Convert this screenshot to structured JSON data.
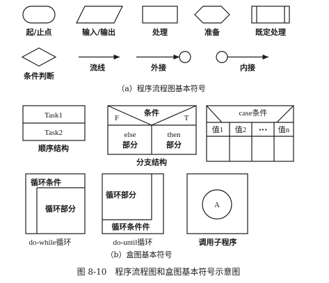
{
  "flowchart_symbols": {
    "terminal": "起/止点",
    "io": "输入/输出",
    "process": "处理",
    "preparation": "准备",
    "predefined": "既定处理",
    "decision": "条件判断",
    "flow_line": "流线",
    "external_connector": "外接",
    "internal_connector": "内接",
    "caption": "（a）程序流程图基本符号"
  },
  "box_symbols": {
    "sequence": {
      "task1": "Task1",
      "task2": "Task2",
      "label": "顺序结构"
    },
    "branch": {
      "condition": "条件",
      "f": "F",
      "t": "T",
      "else_top": "else",
      "else_bottom": "部分",
      "then_top": "then",
      "then_bottom": "部分",
      "label": "分支结构"
    },
    "case": {
      "header": "case条件",
      "v1": "值1",
      "v2": "值2",
      "dots": "···",
      "vn": "值n"
    },
    "do_while": {
      "condition": "循环条件",
      "body": "循环部分",
      "label": "do-while循环"
    },
    "do_until": {
      "body": "循环部分",
      "condition": "循环条件件",
      "label": "do-until循环"
    },
    "subroutine": {
      "circle": "A",
      "label": "调用子程序"
    },
    "caption": "（b）盒图基本符号"
  },
  "figure_caption": "图 8-10　程序流程图和盒图基本符号示意图"
}
